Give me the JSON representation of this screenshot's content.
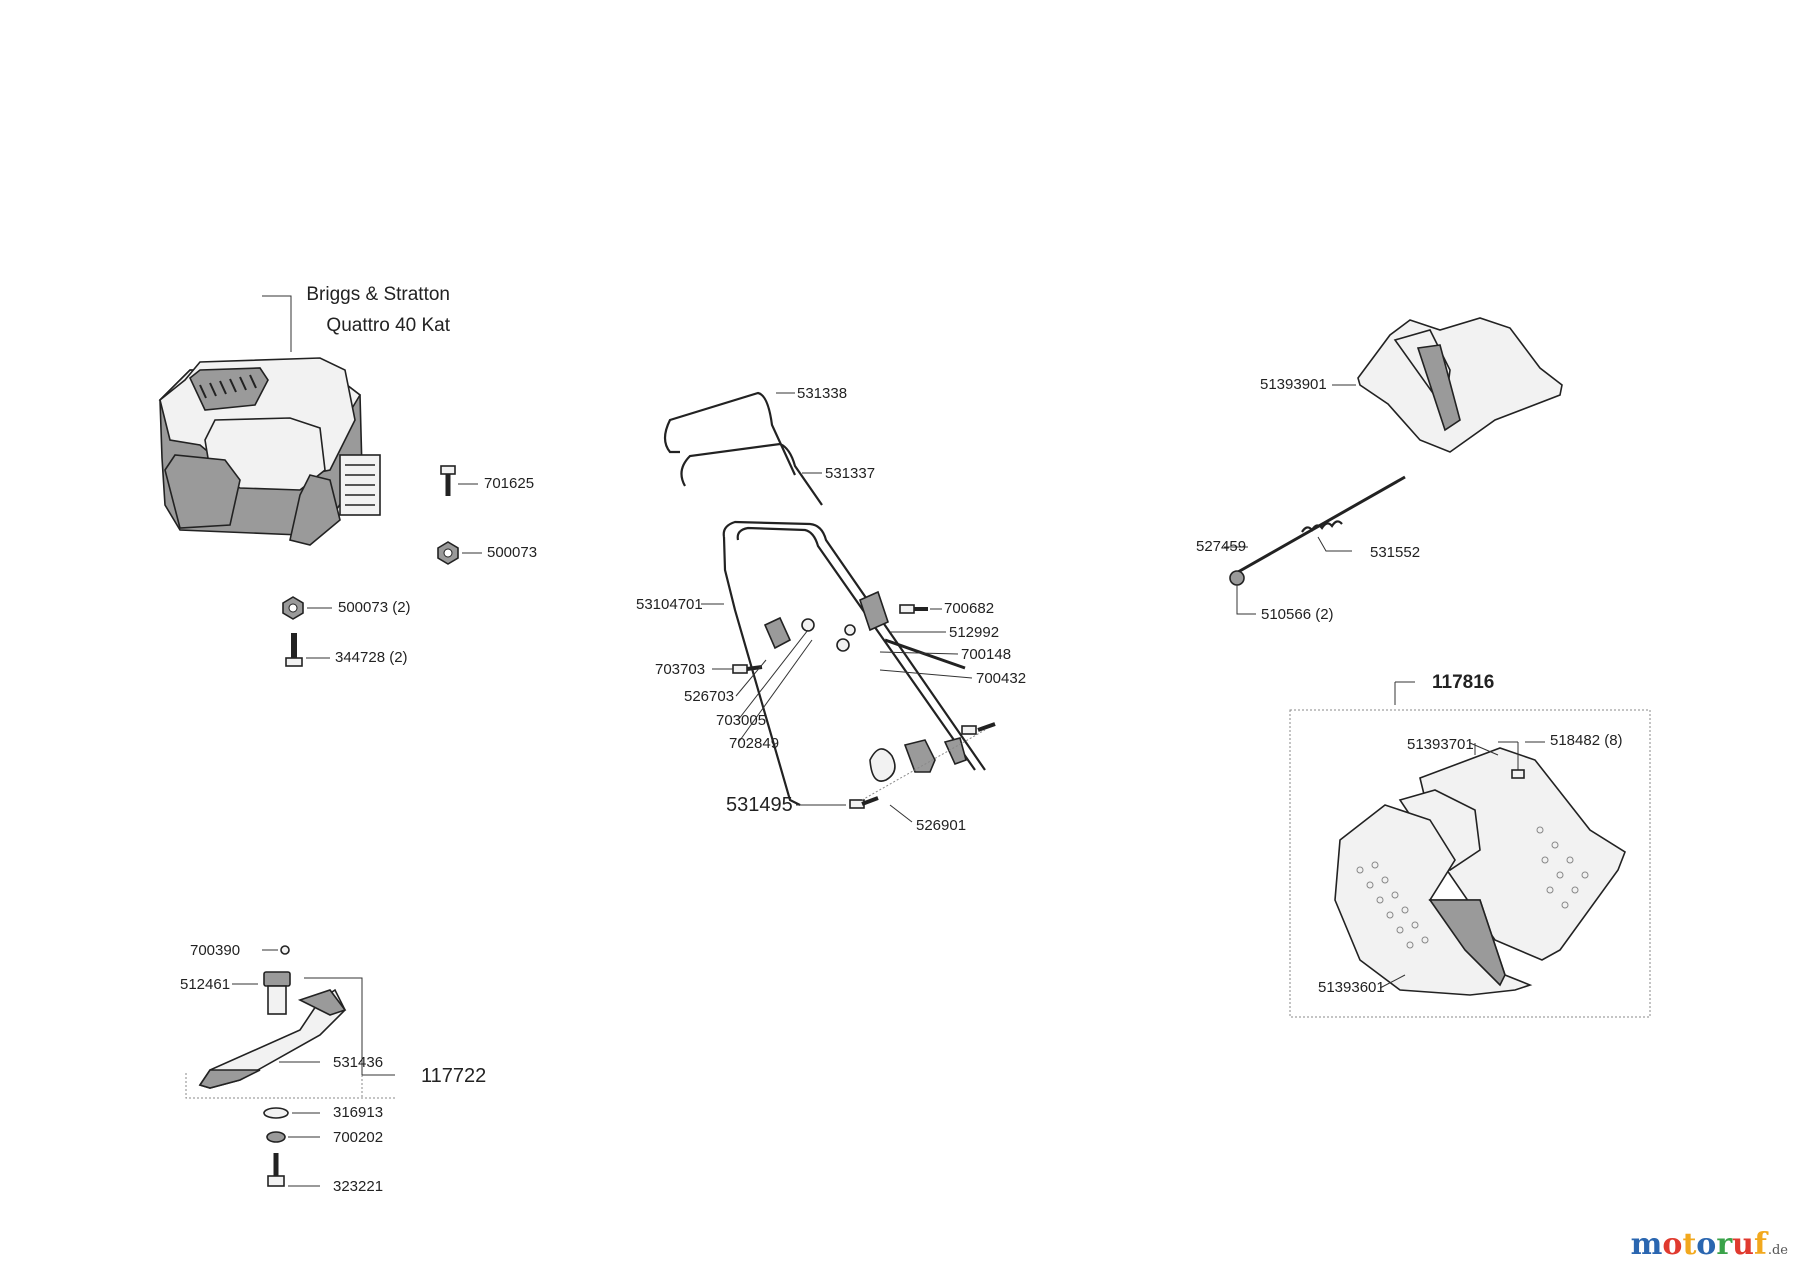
{
  "engine": {
    "name_line1": "Briggs & Stratton",
    "name_line2": "Quattro 40 Kat"
  },
  "engine_parts": {
    "bolt": "701625",
    "nut": "500073",
    "nut_pair": "500073 (2)",
    "bolt_pair": "344728 (2)"
  },
  "handle_parts": {
    "upper_bar": "531338",
    "cable_bar": "531337",
    "lower_handle": "53104701",
    "p700682": "700682",
    "p512992": "512992",
    "p700148": "700148",
    "p700432": "700432",
    "p703703": "703703",
    "p526703": "526703",
    "p703005": "703005",
    "p702849": "702849",
    "kit": "531495",
    "p526901": "526901"
  },
  "flap_parts": {
    "flap": "51393901",
    "rod": "527459",
    "spring": "531552",
    "washer": "510566 (2)"
  },
  "catcher": {
    "kit": "117816",
    "top": "51393701",
    "screws": "518482 (8)",
    "bottom": "51393601"
  },
  "blade_parts": {
    "p700390": "700390",
    "adapter": "512461",
    "blade": "531436",
    "kit": "117722",
    "washer": "316913",
    "lock_washer": "700202",
    "bolt": "323221"
  },
  "brand": {
    "logo_letters": [
      {
        "ch": "m",
        "color": "#2a66b0"
      },
      {
        "ch": "o",
        "color": "#e03a2f"
      },
      {
        "ch": "t",
        "color": "#f2a81d"
      },
      {
        "ch": "o",
        "color": "#2a66b0"
      },
      {
        "ch": "r",
        "color": "#3aa34a"
      },
      {
        "ch": "u",
        "color": "#e03a2f"
      },
      {
        "ch": "f",
        "color": "#f2a81d"
      }
    ],
    "logo_tld": ".de"
  }
}
